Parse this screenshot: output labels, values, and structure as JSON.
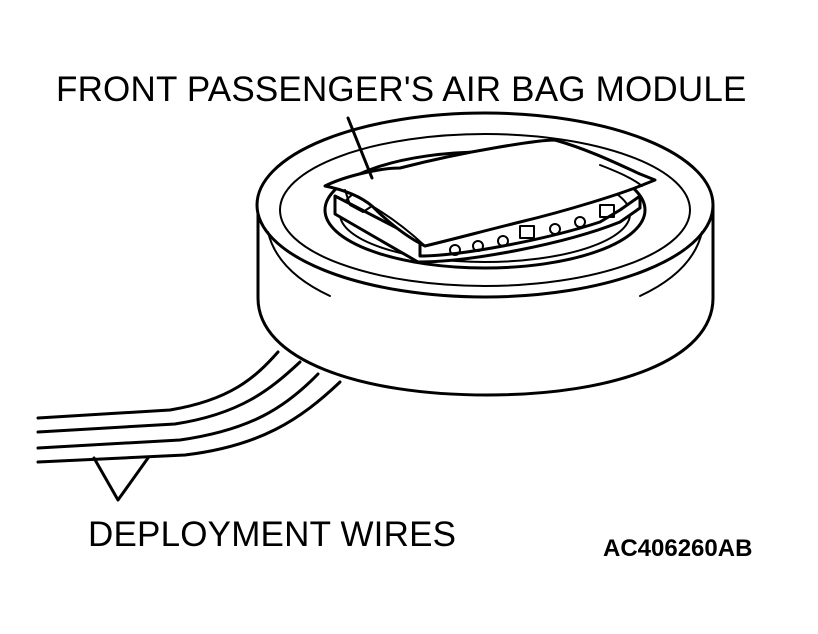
{
  "labels": {
    "module": "FRONT PASSENGER'S AIR BAG MODULE",
    "wires": "DEPLOYMENT WIRES",
    "figure_code": "AC406260AB"
  },
  "colors": {
    "line": "#000000",
    "background": "#ffffff"
  }
}
